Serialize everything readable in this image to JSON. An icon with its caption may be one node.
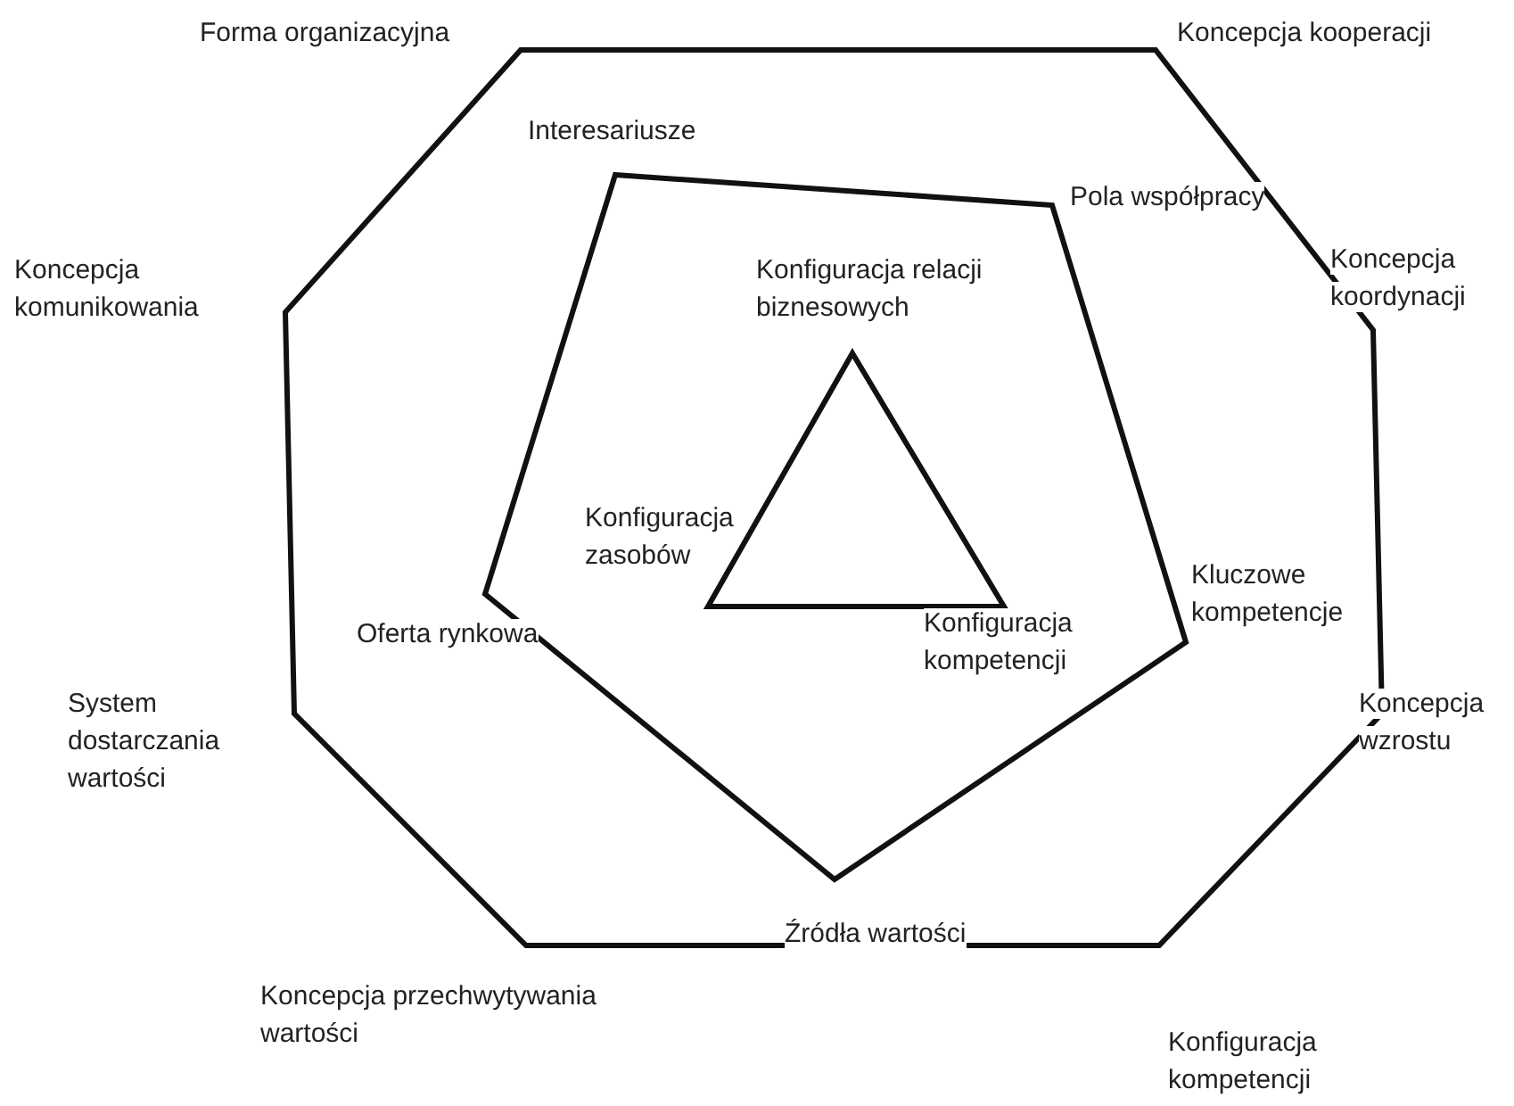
{
  "diagram": {
    "nodes": [
      {
        "text": [
          "Forma organizacyjna",
          "Koncepcja kooperacji",
          "Koncepcja komunikowania",
          "Koncepcja koordynacji",
          "System dostarczania wartości",
          "Koncepcja wzrostu",
          "Koncepcja przechwytywania wartości",
          "Konfiguracja kompetencji"
        ]
      },
      {
        "text": [
          "Interesariusze",
          "Pola współpracy",
          "Kluczowe kompetencje",
          "Oferta rynkowa",
          "Źródła wartości"
        ],
        "in": 0
      },
      {
        "text": [
          "Konfiguracja relacji biznesowych",
          "Konfiguracja zasobów",
          "Konfiguracja kompetencji"
        ],
        "in": 1
      }
    ]
  }
}
